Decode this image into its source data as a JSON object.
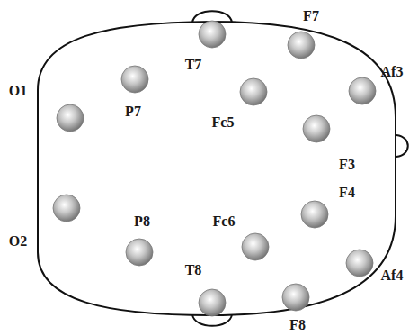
{
  "diagram": {
    "labels": [
      "T7",
      "F7",
      "Af3",
      "O1",
      "P7",
      "Fc5",
      "F3",
      "O2",
      "P8",
      "Fc6",
      "F4",
      "T8",
      "Af4",
      "F8"
    ]
  }
}
